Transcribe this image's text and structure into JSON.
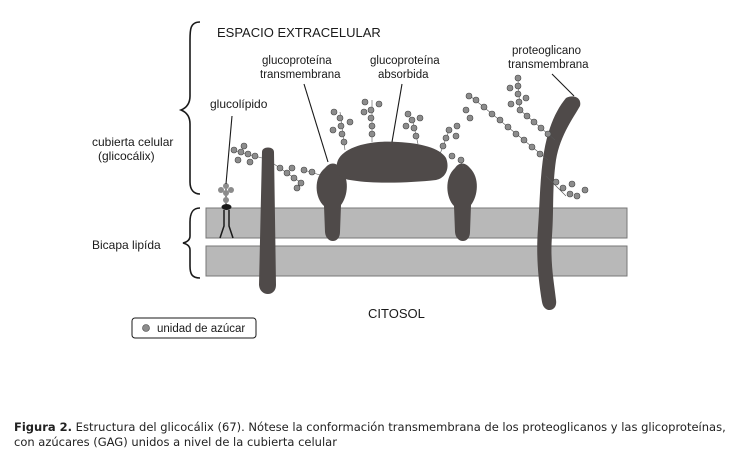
{
  "diagram": {
    "labels": {
      "extracellular": "ESPACIO EXTRACELULAR",
      "cytosol": "CITOSOL",
      "cell_coat_line1": "cubierta celular",
      "cell_coat_line2": "(glicocálix)",
      "bilayer": "Bicapa lipída",
      "glycolipid": "glucolípido",
      "tm_glycoprotein_line1": "glucoproteína",
      "tm_glycoprotein_line2": "transmembrana",
      "abs_glycoprotein_line1": "glucoproteína",
      "abs_glycoprotein_line2": "absorbida",
      "proteoglycan_line1": "proteoglicano",
      "proteoglycan_line2": "transmembrana",
      "legend": "unidad de azúcar"
    },
    "colors": {
      "protein": "#4f4a49",
      "membrane_band": "#b8b8b8",
      "sugar": "#8c8c8c",
      "line": "#1a1a1a"
    }
  },
  "caption": {
    "label": "Figura 2.",
    "text": " Estructura del glicocálix (67). Nótese la conformación transmembrana de los proteoglicanos y las glicoproteínas, con azúcares (GAG) unidos a nivel de la cubierta celular"
  }
}
